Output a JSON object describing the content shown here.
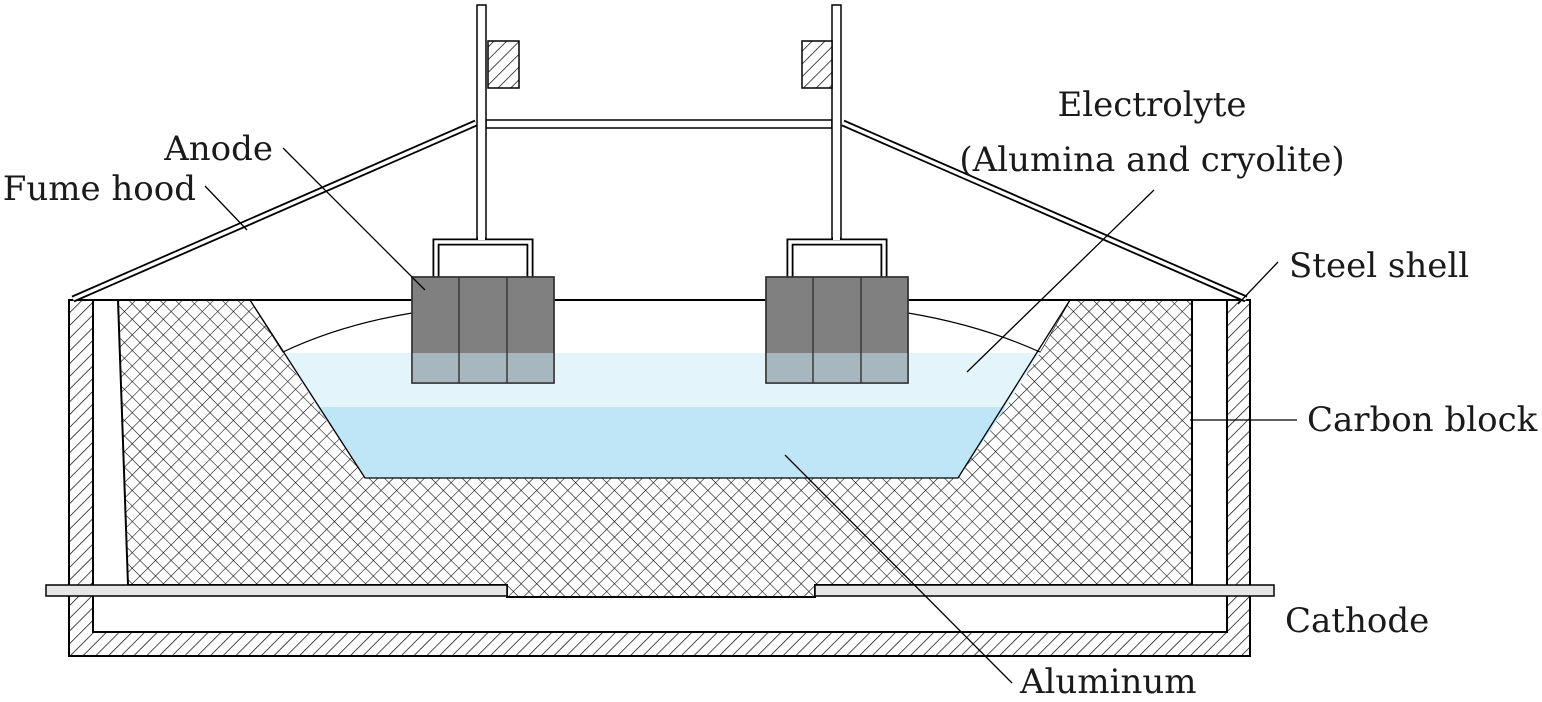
{
  "labels": {
    "electrolyte_line1": "Electrolyte",
    "electrolyte_line2": "(Alumina and cryolite)",
    "anode": "Anode",
    "fume_hood": "Fume hood",
    "steel_shell": "Steel shell",
    "carbon_block": "Carbon block",
    "cathode": "Cathode",
    "aluminum": "Aluminum"
  },
  "colors": {
    "anode": "#808080",
    "anode_submerged": "#a7b7bf",
    "electrolyte": "#e3f4fb",
    "aluminum": "#bfe6f7",
    "cathode_bar": "#e6e6e6",
    "outline": "#000000",
    "hatch": "#000000"
  }
}
